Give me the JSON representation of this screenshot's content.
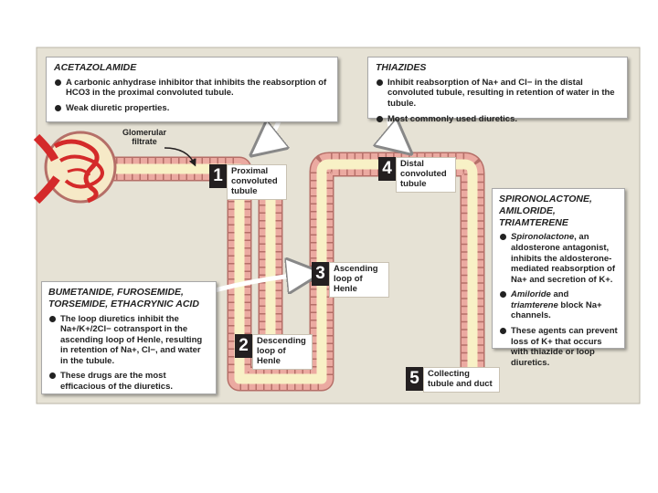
{
  "colors": {
    "panel_bg": "#e6e2d5",
    "tubule_fill": "#f8f1c6",
    "tubule_wall": "#e8a59c",
    "wall_stroke": "#b56f68",
    "glomerulus": "#d42a2a",
    "arrow": "#ffffff"
  },
  "icons": {
    "bullet": "filled-circle-icon",
    "arrow": "curved-arrow-icon"
  },
  "glomerular_label": "Glomerular filtrate",
  "segments": [
    {
      "number": "1",
      "label": "Proximal convoluted tubule"
    },
    {
      "number": "2",
      "label": "Descending loop of Henle"
    },
    {
      "number": "3",
      "label": "Ascending loop of Henle"
    },
    {
      "number": "4",
      "label": "Distal convoluted tubule"
    },
    {
      "number": "5",
      "label": "Collecting tubule and duct"
    }
  ],
  "acetazolamide": {
    "title": "ACETAZOLAMIDE",
    "b1": "A carbonic anhydrase inhibitor that inhibits the reabsorption of HCO3 in the proximal convoluted tubule.",
    "b2": "Weak diuretic properties."
  },
  "thiazides": {
    "title": "THIAZIDES",
    "b1": "Inhibit reabsorption of Na+ and Cl− in the distal convoluted tubule, resulting in retention of water in the tubule.",
    "b2": "Most commonly used diuretics."
  },
  "loop": {
    "title": "BUMETANIDE, FUROSEMIDE, TORSEMIDE, ETHACRYNIC ACID",
    "b1": "The loop diuretics inhibit the Na+/K+/2Cl− cotransport in the ascending loop of Henle, resulting in retention of Na+, Cl−, and water in the tubule.",
    "b2": "These drugs are the most efficacious of the diuretics."
  },
  "spiro": {
    "title": "SPIRONOLACTONE, AMILORIDE, TRIAMTERENE",
    "b1_drug": "Spironolactone",
    "b1_rest": ", an aldosterone antagonist, inhibits the aldosterone-mediated reabsorption of Na+ and secretion of K+.",
    "b2_drug": "Amiloride",
    "b2_and": " and ",
    "b2_drug2": "triamterene",
    "b2_rest": " block Na+ channels.",
    "b3": "These agents can prevent loss of K+ that occurs with thiazide or loop diuretics."
  }
}
